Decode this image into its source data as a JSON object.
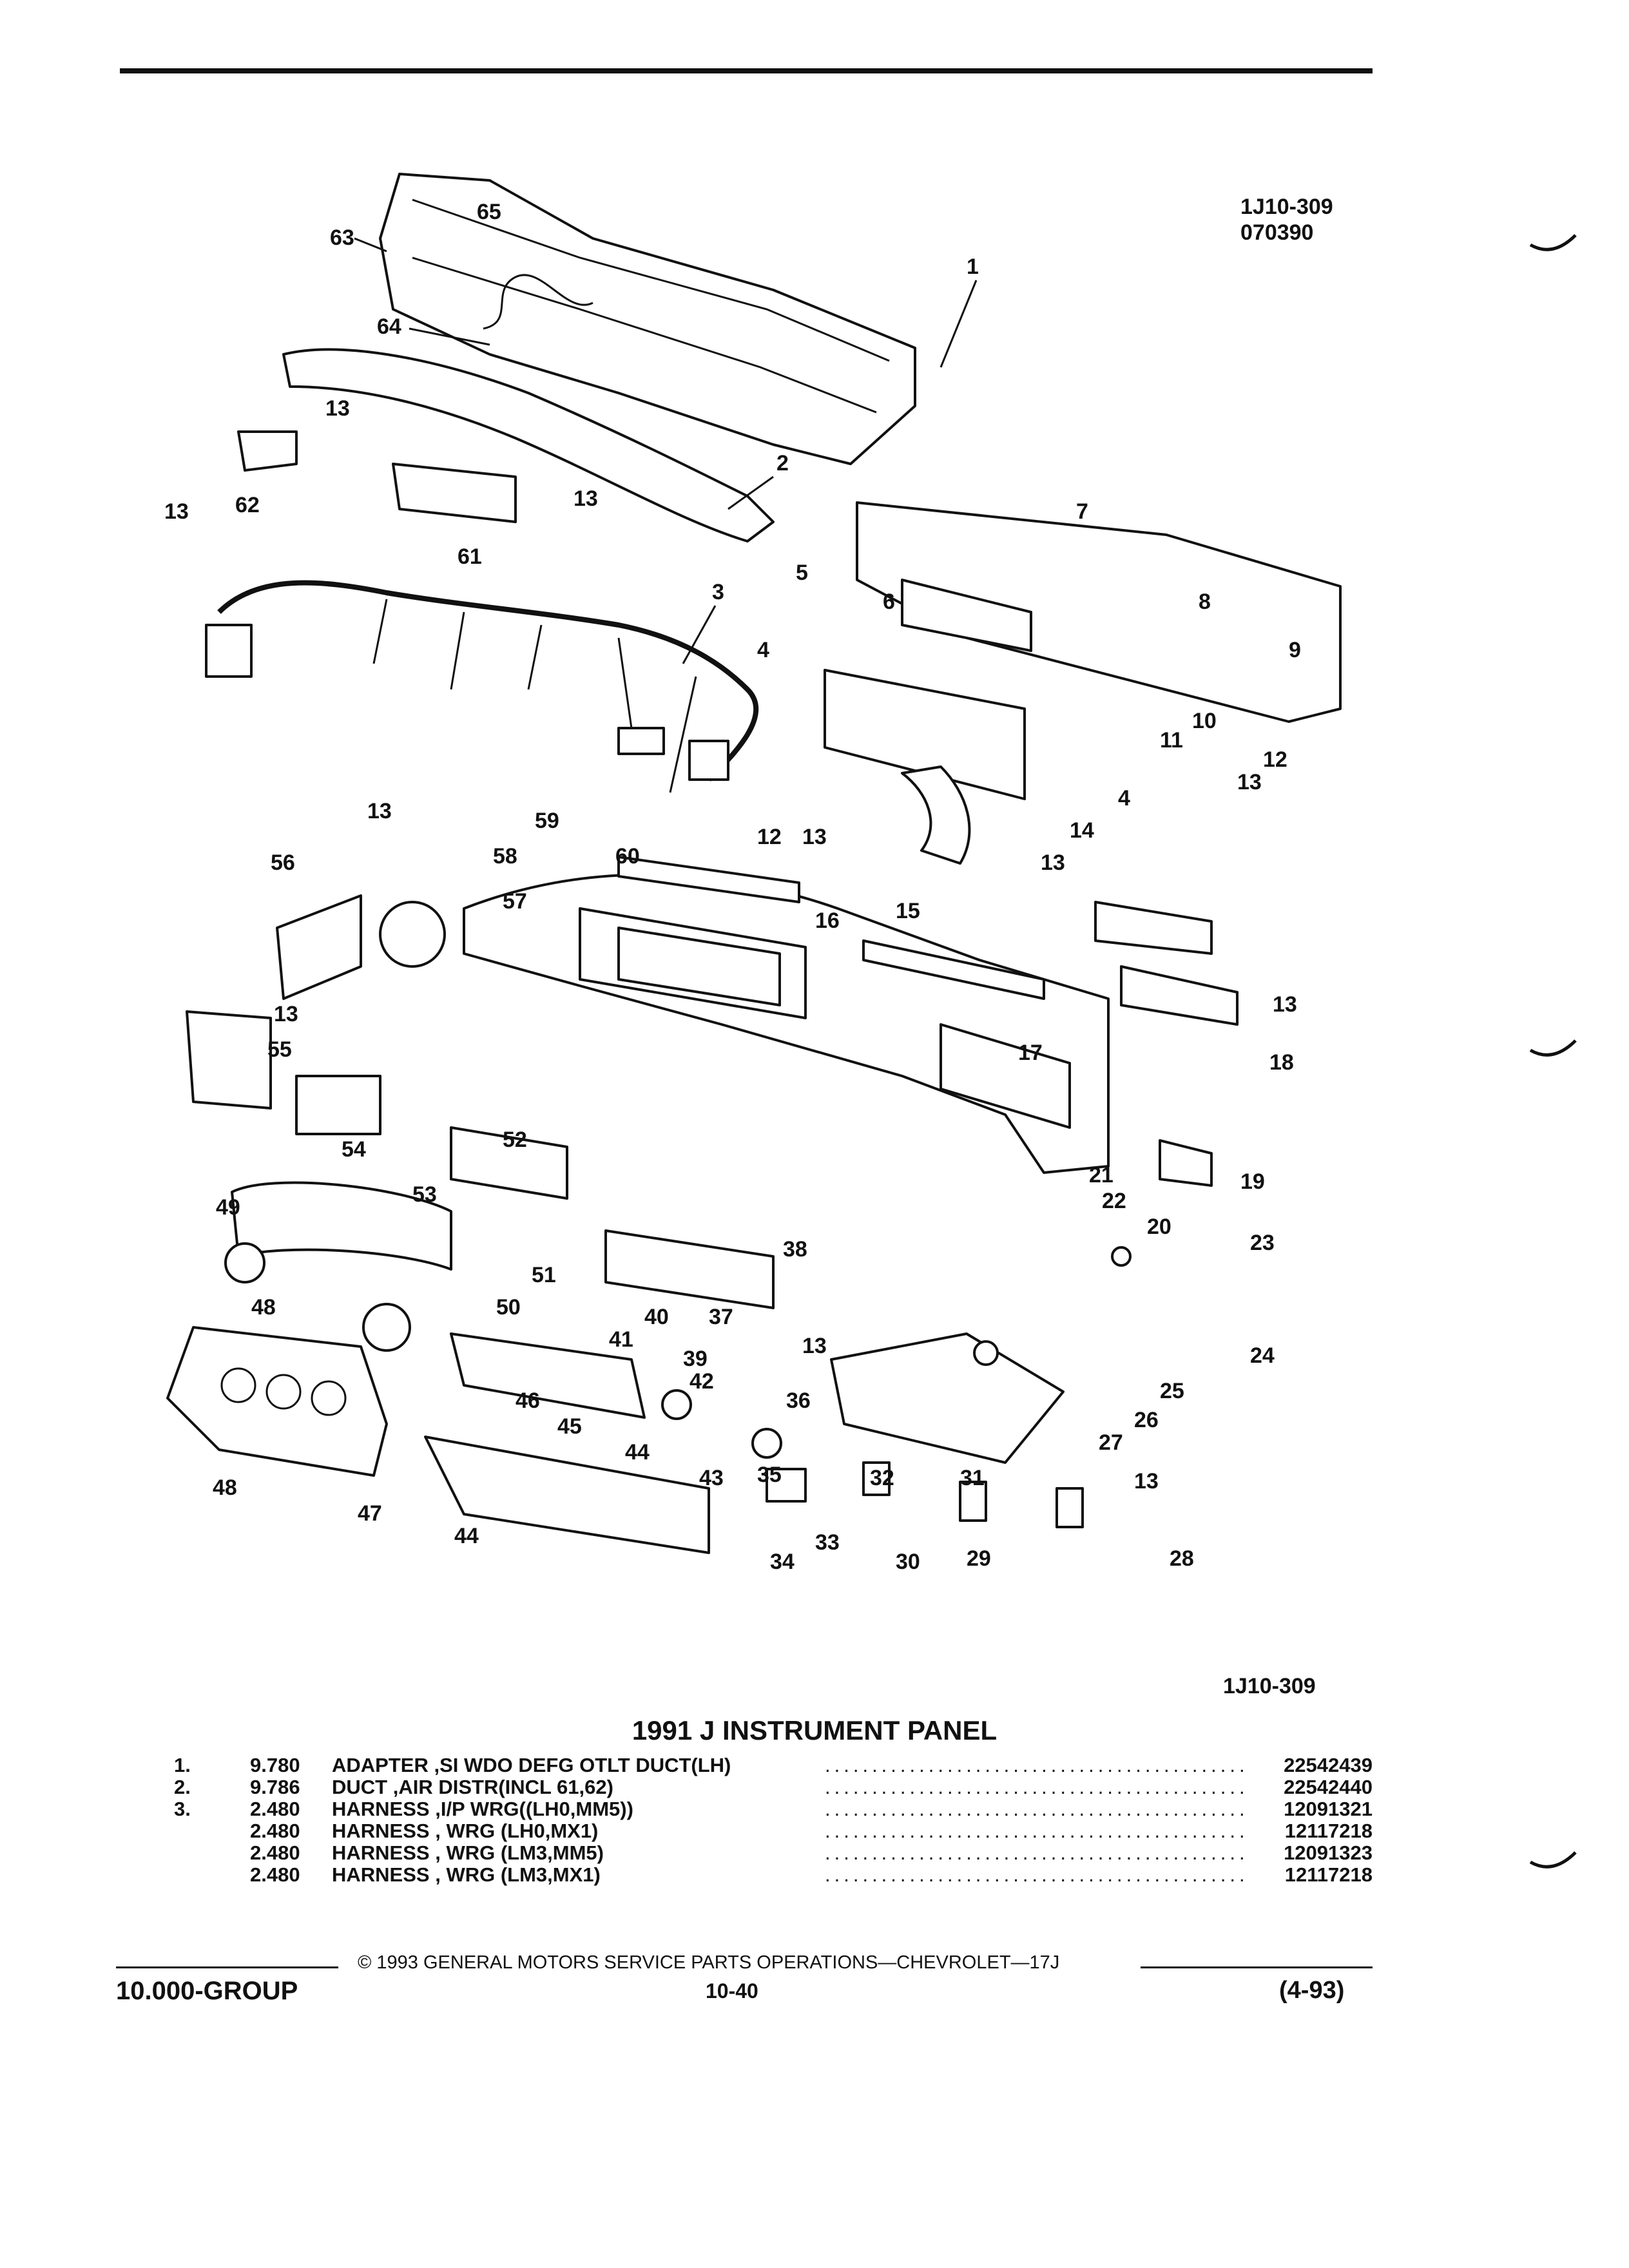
{
  "header": {
    "diagram_code": "1J10-309",
    "diagram_date": "070390",
    "bottom_code": "1J10-309"
  },
  "callouts": [
    "1",
    "2",
    "3",
    "4",
    "5",
    "6",
    "7",
    "8",
    "9",
    "10",
    "11",
    "12",
    "13",
    "14",
    "15",
    "16",
    "17",
    "18",
    "19",
    "20",
    "21",
    "22",
    "23",
    "24",
    "25",
    "26",
    "27",
    "28",
    "29",
    "30",
    "31",
    "32",
    "33",
    "34",
    "35",
    "36",
    "37",
    "38",
    "39",
    "40",
    "41",
    "42",
    "43",
    "44",
    "45",
    "46",
    "47",
    "48",
    "49",
    "50",
    "51",
    "52",
    "53",
    "54",
    "55",
    "56",
    "57",
    "58",
    "59",
    "60",
    "61",
    "62",
    "63",
    "64",
    "65"
  ],
  "title": "1991 J INSTRUMENT PANEL",
  "parts": [
    {
      "num": "1.",
      "level": "9.780",
      "name": "ADAPTER",
      "desc": ",SI WDO DEFG OTLT DUCT(LH)",
      "part_no": "22542439"
    },
    {
      "num": "2.",
      "level": "9.786",
      "name": "DUCT",
      "desc": ",AIR DISTR(INCL 61,62)",
      "part_no": "22542440"
    },
    {
      "num": "3.",
      "level": "2.480",
      "name": "HARNESS",
      "desc": ",I/P WRG((LH0,MM5))",
      "part_no": "12091321"
    },
    {
      "num": "",
      "level": "2.480",
      "name": "HARNESS",
      "desc": ", WRG (LH0,MX1)",
      "part_no": "12117218"
    },
    {
      "num": "",
      "level": "2.480",
      "name": "HARNESS",
      "desc": ", WRG (LM3,MM5)",
      "part_no": "12091323"
    },
    {
      "num": "",
      "level": "2.480",
      "name": "HARNESS",
      "desc": ", WRG (LM3,MX1)",
      "part_no": "12117218"
    }
  ],
  "footer": {
    "copyright": "© 1993 GENERAL MOTORS SERVICE PARTS OPERATIONS—CHEVROLET—17J",
    "group": "10.000-GROUP",
    "page": "10-40",
    "date": "(4-93)"
  }
}
